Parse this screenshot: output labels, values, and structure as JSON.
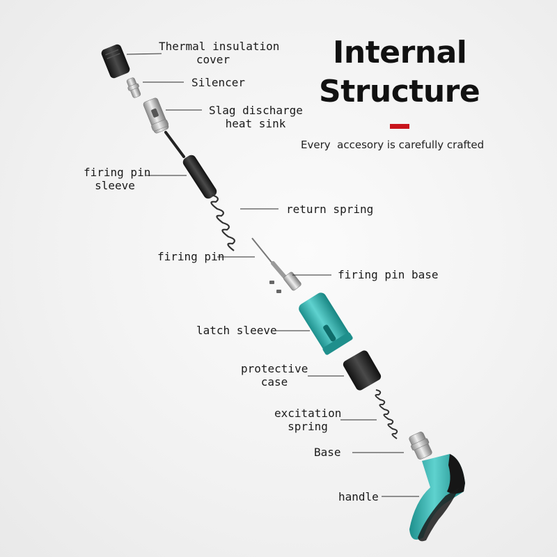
{
  "title": {
    "line1": "Internal",
    "line2": "Structure",
    "subtitle": "Every  accesory is carefully crafted"
  },
  "colors": {
    "accent": "#c8141c",
    "teal": "#2fb3b0",
    "dark": "#222222",
    "metal": "#b9b9b9"
  },
  "labels": {
    "thermal_insulation_cover": {
      "line1": "Thermal insulation",
      "line2": "cover"
    },
    "silencer": "Silencer",
    "slag_discharge_heat_sink": {
      "line1": "Slag discharge",
      "line2": "heat sink"
    },
    "firing_pin_sleeve": {
      "line1": "firing pin",
      "line2": "sleeve"
    },
    "return_spring": "return spring",
    "firing_pin": "firing pin",
    "firing_pin_base": "firing pin base",
    "latch_sleeve": "latch sleeve",
    "protective_case": {
      "line1": "protective",
      "line2": "case"
    },
    "excitation_spring": {
      "line1": "excitation",
      "line2": "spring"
    },
    "base": "Base",
    "handle": "handle"
  }
}
